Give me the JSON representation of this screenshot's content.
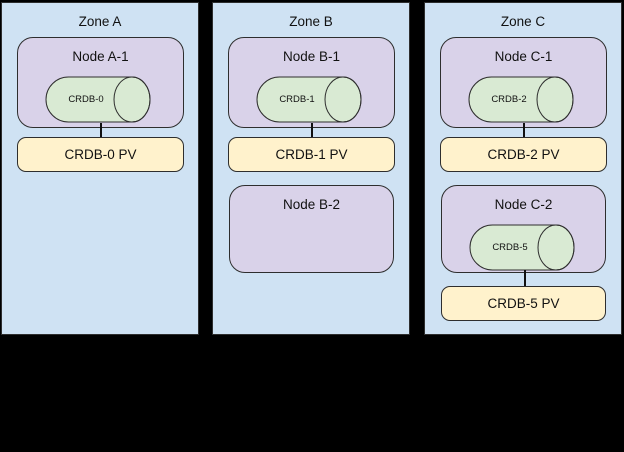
{
  "colors": {
    "background": "#000000",
    "zone_fill": "#cfe2f3",
    "node_fill": "#d9d2e9",
    "cylinder_fill": "#d9ead3",
    "pv_fill": "#fff2cc",
    "border": "#2e2e2e",
    "text": "#111111"
  },
  "zones": {
    "a": {
      "title": "Zone A",
      "node1": {
        "title": "Node A-1",
        "db": "CRDB-0"
      },
      "pv1": "CRDB-0 PV"
    },
    "b": {
      "title": "Zone B",
      "node1": {
        "title": "Node B-1",
        "db": "CRDB-1"
      },
      "pv1": "CRDB-1 PV",
      "node2": {
        "title": "Node B-2"
      }
    },
    "c": {
      "title": "Zone C",
      "node1": {
        "title": "Node C-1",
        "db": "CRDB-2"
      },
      "pv1": "CRDB-2 PV",
      "node2": {
        "title": "Node C-2",
        "db": "CRDB-5"
      },
      "pv2": "CRDB-5 PV"
    }
  }
}
